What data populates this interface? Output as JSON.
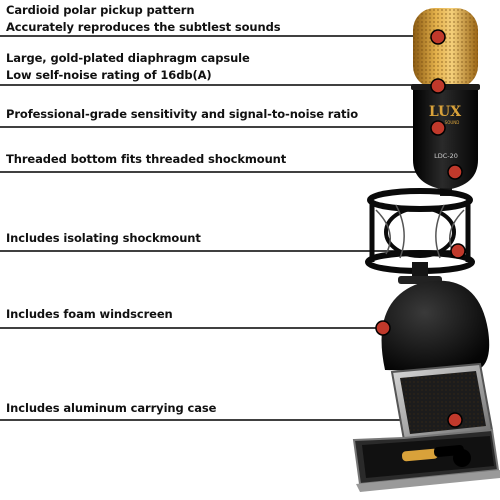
{
  "features": [
    {
      "lines": [
        "Cardioid polar pickup pattern",
        "Accurately reproduces the subtlest sounds"
      ]
    },
    {
      "lines": [
        "Large, gold-plated diaphragm capsule",
        "Low self-noise rating of 16db(A)"
      ]
    },
    {
      "lines": [
        "Professional-grade sensitivity and signal-to-noise ratio"
      ]
    },
    {
      "lines": [
        "Threaded bottom fits threaded shockmount"
      ]
    },
    {
      "lines": [
        "Includes isolating shockmount"
      ]
    },
    {
      "lines": [
        "Includes foam windscreen"
      ]
    },
    {
      "lines": [
        "Includes aluminum carrying case"
      ]
    }
  ],
  "mic": {
    "logo": "LUX",
    "logo_sub": "SOUND",
    "model": "LDC-20"
  },
  "colors": {
    "accent_dot": "#c0392b",
    "mic_gold": "#d9a23a",
    "mic_body": "#111111"
  }
}
